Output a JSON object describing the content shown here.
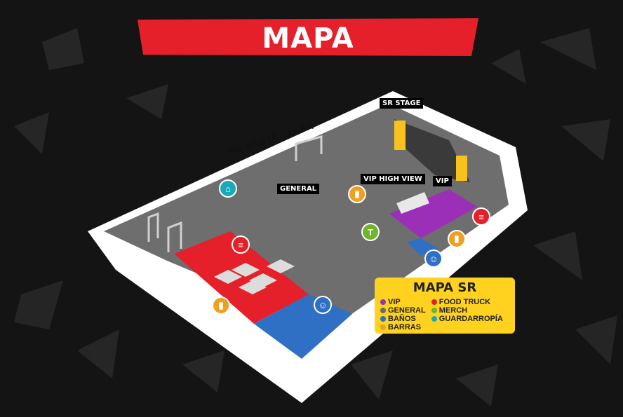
{
  "header": {
    "title": "MAPA"
  },
  "map": {
    "street_label": "AV. SANTA CLARA",
    "zones": {
      "sr_stage": "SR STAGE",
      "general": "GENERAL",
      "vip_high_view": "VIP HIGH VIEW",
      "vip": "VIP"
    }
  },
  "legend": {
    "title": "MAPA SR",
    "items": [
      {
        "label": "VIP",
        "color": "#9b2fb7",
        "icon": "vip-dot"
      },
      {
        "label": "GENERAL",
        "color": "#6b6b6b",
        "icon": "general-dot"
      },
      {
        "label": "BAÑOS",
        "color": "#2f6fc4",
        "icon": "restroom-icon"
      },
      {
        "label": "BARRAS",
        "color": "#f0a020",
        "icon": "drink-icon"
      },
      {
        "label": "FOOD TRUCK",
        "color": "#e5202a",
        "icon": "food-icon"
      },
      {
        "label": "MERCH",
        "color": "#6fb52c",
        "icon": "tshirt-icon"
      },
      {
        "label": "GUARDARROPÍA",
        "color": "#1aa9b8",
        "icon": "hanger-icon"
      }
    ]
  },
  "colors": {
    "banner_red": "#e5202a",
    "vip_purple": "#9b2fb7",
    "general_red_zone": "#e5202a",
    "baños_blue": "#2f6fc4",
    "legend_yellow": "#ffd21f"
  }
}
